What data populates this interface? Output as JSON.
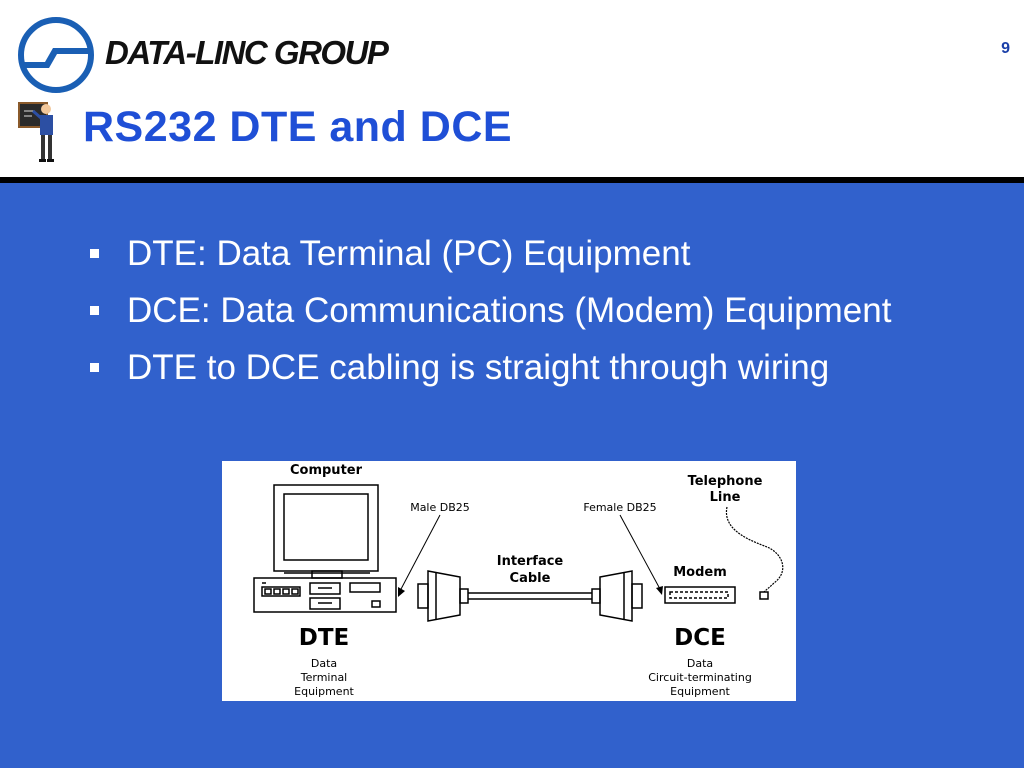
{
  "header": {
    "logo_text": "DATA-LINC GROUP",
    "page_number": "9",
    "title": "RS232 DTE and DCE"
  },
  "bullets": [
    "DTE: Data Terminal (PC) Equipment",
    "DCE: Data Communications (Modem) Equipment",
    "DTE to DCE cabling is straight through wiring"
  ],
  "diagram": {
    "computer_label": "Computer",
    "telephone_label_1": "Telephone",
    "telephone_label_2": "Line",
    "male_label": "Male DB25",
    "female_label": "Female DB25",
    "cable_label_1": "Interface",
    "cable_label_2": "Cable",
    "modem_label": "Modem",
    "dte_title": "DTE",
    "dte_desc_1": "Data",
    "dte_desc_2": "Terminal",
    "dte_desc_3": "Equipment",
    "dce_title": "DCE",
    "dce_desc_1": "Data",
    "dce_desc_2": "Circuit-terminating",
    "dce_desc_3": "Equipment"
  },
  "colors": {
    "content_bg": "#3161cc",
    "title": "#1f4fd6",
    "logo_blue": "#1a5fb4"
  }
}
